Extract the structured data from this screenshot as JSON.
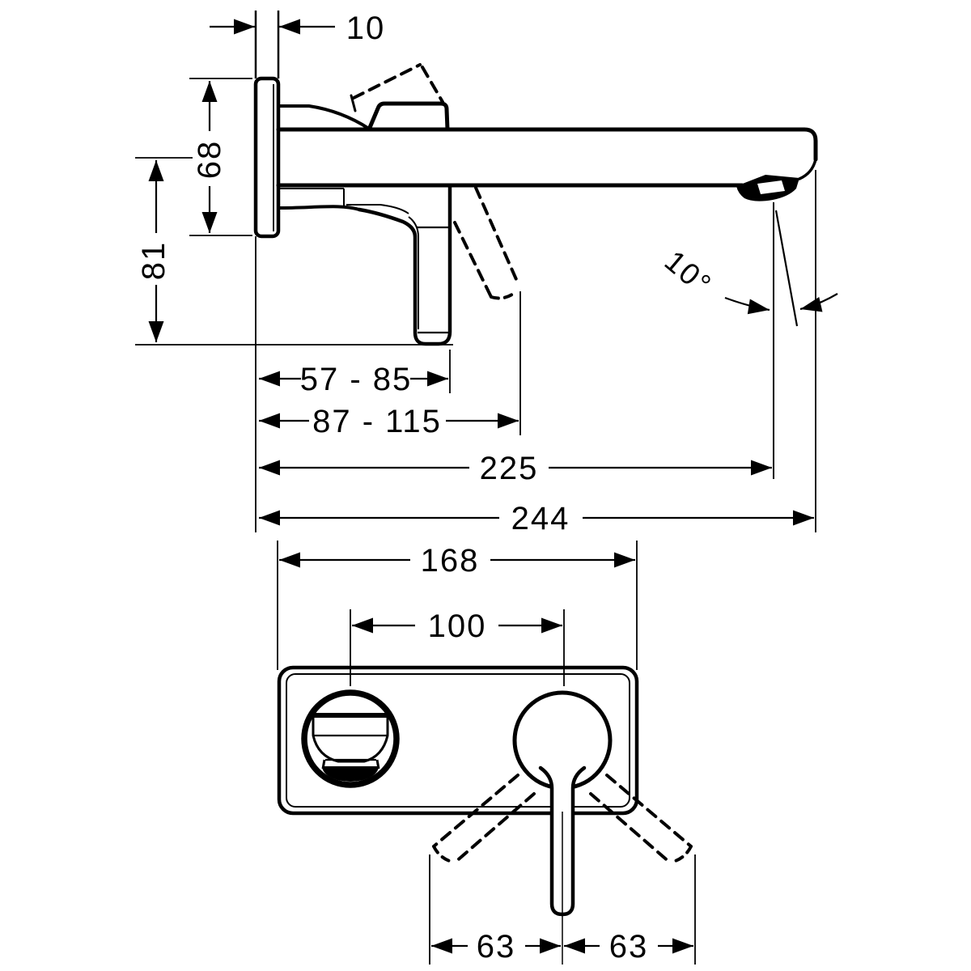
{
  "drawing_type": "faucet-installation-dimension-diagram",
  "colors": {
    "background": "#ffffff",
    "line": "#000000"
  },
  "views": {
    "side": {
      "dims": {
        "wall_thickness": "10",
        "escutcheon_height": "68",
        "axis_to_lever_bottom": "81",
        "lever_depth_range": "57 - 85",
        "lever_open_depth_range": "87 - 115",
        "spout_reach": "225",
        "overall_reach": "244",
        "stream_angle": "10°"
      }
    },
    "front": {
      "dims": {
        "plate_width": "168",
        "hole_spacing": "100",
        "handle_swing_left": "63",
        "handle_swing_right": "63"
      }
    }
  }
}
